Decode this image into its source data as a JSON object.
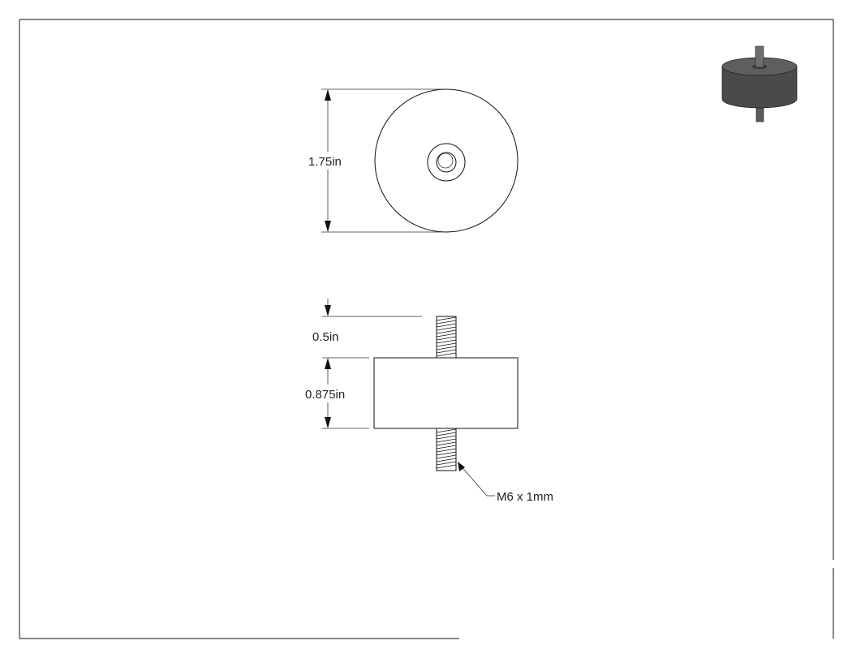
{
  "dimensions": {
    "diameter": "1.75in",
    "stud_length": "0.5in",
    "body_height": "0.875in",
    "thread": "M6 x 1mm"
  },
  "colors": {
    "line": "#111111",
    "iso_top": "#5e5e5e",
    "iso_side": "#4a4a4a",
    "iso_stud": "#6e6e6e"
  }
}
